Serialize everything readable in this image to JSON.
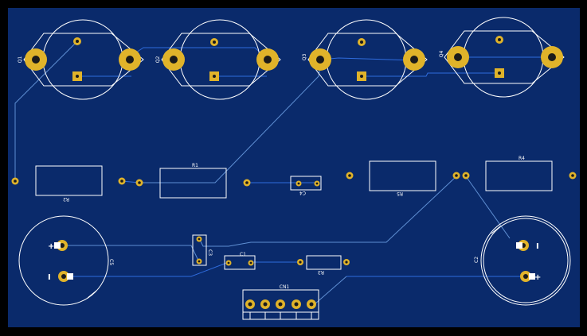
{
  "board": {
    "background": "#0a2a6b",
    "copper": "#e0b32a",
    "silkscreen": "#ffffff",
    "trace_front": "#5f8fd3",
    "trace_back": "#2f6cdd"
  },
  "refs": {
    "q1": "Q1",
    "q2": "Q2",
    "q3": "Q3",
    "q4": "Q4",
    "r1": "R1",
    "r2": "R2",
    "r3": "R3",
    "r4": "R4",
    "r5": "R5",
    "c1": "C1",
    "c2": "C2",
    "c3": "C3",
    "c4": "C4",
    "c5": "C5",
    "cn1": "CN1"
  },
  "marks": {
    "c5_plus": "+",
    "c5_minus": "I",
    "c2_plus": "+",
    "c2_minus": "I"
  }
}
